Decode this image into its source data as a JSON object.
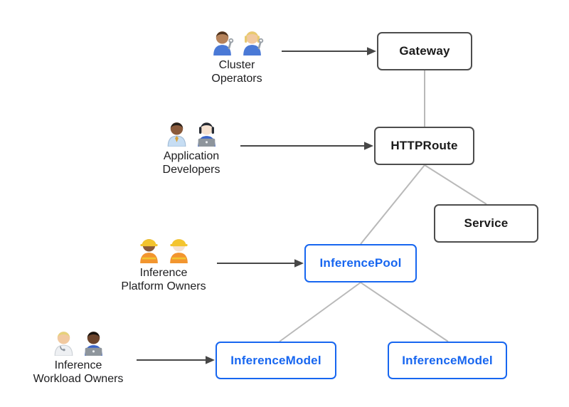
{
  "diagram": {
    "colors": {
      "resource_border": "#4d4d4d",
      "resource_text": "#1a1a1a",
      "inference_accent": "#1766f0",
      "connector_line": "#b9b9b9",
      "arrow": "#474747",
      "persona_text": "#1d1d1f"
    },
    "personas": [
      {
        "id": "cluster-operators",
        "label_line1": "Cluster",
        "label_line2": "Operators",
        "icon": "mechanic-duo-icon",
        "emoji": "👨🏽‍🔧👩🏼‍🔧"
      },
      {
        "id": "application-developers",
        "label_line1": "Application",
        "label_line2": "Developers",
        "icon": "developer-duo-icon",
        "emoji": "👨🏾‍💼👩🏻‍💻"
      },
      {
        "id": "inference-platform-owners",
        "label_line1": "Inference",
        "label_line2": "Platform Owners",
        "icon": "construction-worker-duo-icon",
        "emoji": "👷🏾‍♀️👷🏻"
      },
      {
        "id": "inference-workload-owners",
        "label_line1": "Inference",
        "label_line2": "Workload Owners",
        "icon": "health-worker-technologist-duo-icon",
        "emoji": "🧑🏼‍⚕️🧑🏿‍💻"
      }
    ],
    "resources": [
      {
        "id": "gateway",
        "label": "Gateway",
        "variant": "standard"
      },
      {
        "id": "httproute",
        "label": "HTTPRoute",
        "variant": "standard"
      },
      {
        "id": "service",
        "label": "Service",
        "variant": "standard"
      },
      {
        "id": "inferencepool",
        "label": "InferencePool",
        "variant": "inference"
      },
      {
        "id": "inferencemodel-1",
        "label": "InferenceModel",
        "variant": "inference"
      },
      {
        "id": "inferencemodel-2",
        "label": "InferenceModel",
        "variant": "inference"
      }
    ],
    "edges": [
      {
        "from": "gateway",
        "to": "httproute"
      },
      {
        "from": "httproute",
        "to": "inferencepool"
      },
      {
        "from": "httproute",
        "to": "service"
      },
      {
        "from": "inferencepool",
        "to": "inferencemodel-1"
      },
      {
        "from": "inferencepool",
        "to": "inferencemodel-2"
      }
    ],
    "persona_arrows": [
      {
        "from": "cluster-operators",
        "to": "gateway"
      },
      {
        "from": "application-developers",
        "to": "httproute"
      },
      {
        "from": "inference-platform-owners",
        "to": "inferencepool"
      },
      {
        "from": "inference-workload-owners",
        "to": "inferencemodel-1"
      }
    ]
  }
}
